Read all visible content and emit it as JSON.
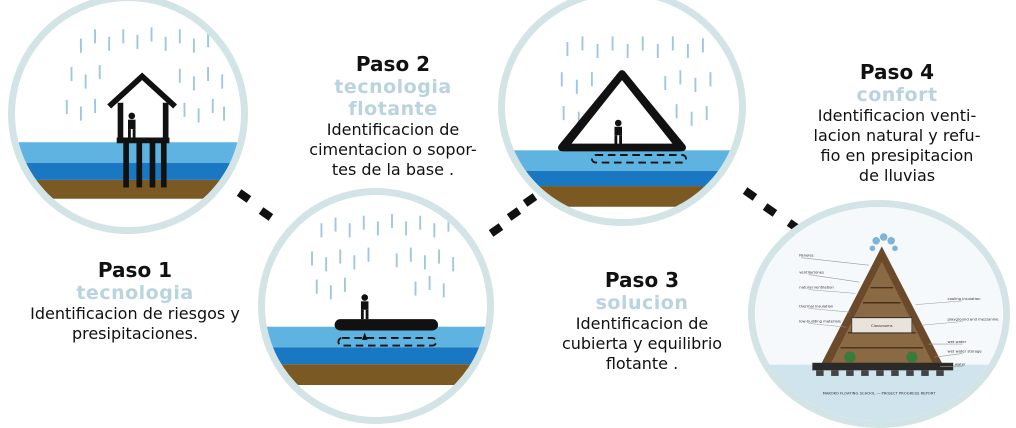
{
  "steps": [
    {
      "title": "Paso 1",
      "subtitle": "tecnologia",
      "description_lines": [
        "Identificacion de riesgos y",
        "presipitaciones."
      ]
    },
    {
      "title": "Paso 2",
      "subtitle_lines": [
        "tecnologia",
        "flotante"
      ],
      "description_lines": [
        "Identificacion de",
        "cimentacion o sopor-",
        "tes de la base ."
      ]
    },
    {
      "title": "Paso 3",
      "subtitle": "solucion",
      "description_lines": [
        "Identificacion de",
        "cubierta y equilibrio",
        "flotante ."
      ]
    },
    {
      "title": "Paso 4",
      "subtitle": "confort",
      "description_lines": [
        "Identificacion venti-",
        "lacion natural y refu-",
        "fio en presipitacion",
        "de lluvias"
      ]
    }
  ],
  "colors": {
    "circle_border": "#d2e4e5",
    "rain": "#9fc6e2",
    "water_light": "#5fb3e0",
    "water_dark": "#1a78c2",
    "soil": "#7a5a22",
    "subtitle": "#b9d3df"
  },
  "poster_labels": {
    "left": [
      "Paneles",
      "ventilaciones",
      "natural ventilation",
      "thermal insulation",
      "low-building materials"
    ],
    "right": [
      "cooling insulation",
      "playground and mezzanine",
      "wet water",
      "wet water storage",
      "net water"
    ],
    "center": "Classrooms",
    "footer": "MAKOKO FLOATING SCHOOL — PROJECT PROGRESS REPORT"
  }
}
